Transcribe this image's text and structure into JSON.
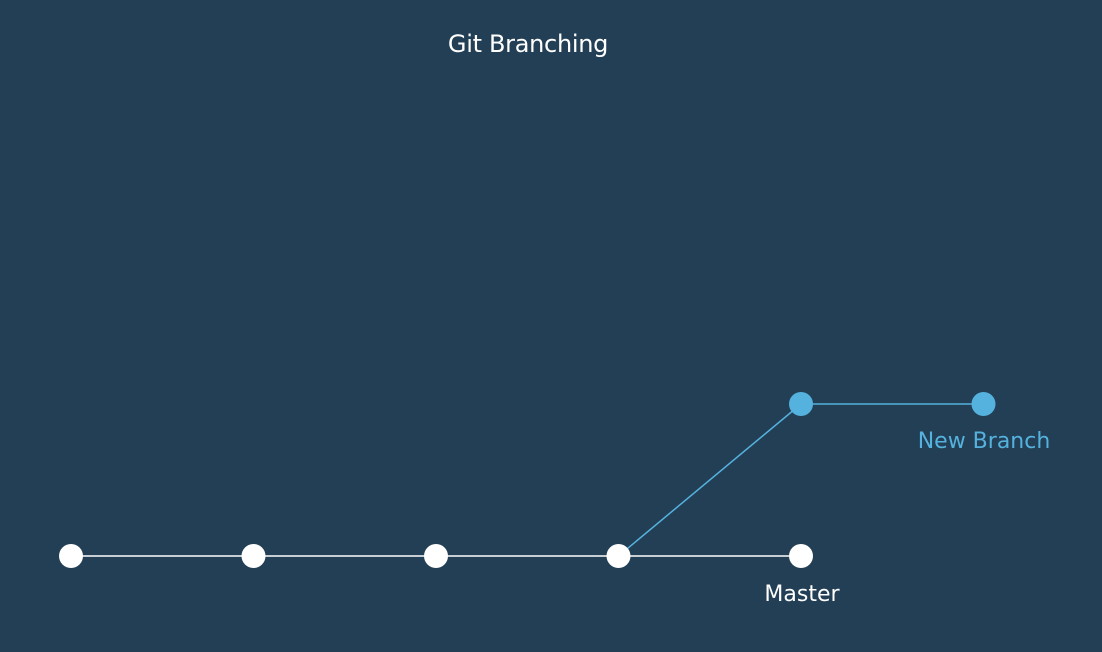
{
  "title": "Git Branching",
  "colors": {
    "background": "#223f55",
    "master": "#ffffff",
    "branch": "#55b2de"
  },
  "branches": [
    {
      "name": "Master",
      "label": "Master",
      "color_key": "master",
      "commit_count": 5
    },
    {
      "name": "New Branch",
      "label": "New Branch",
      "color_key": "branch",
      "forks_from_commit": 4,
      "commit_count": 2
    }
  ]
}
